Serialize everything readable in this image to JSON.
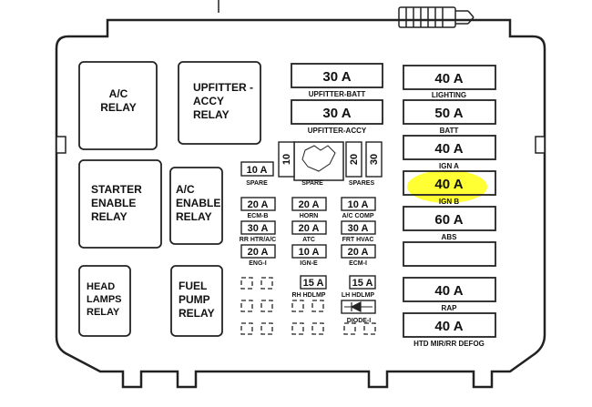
{
  "relays": {
    "ac": [
      "A/C",
      "RELAY"
    ],
    "upfitter_accy": [
      "UPFITTER -",
      "ACCY",
      "RELAY"
    ],
    "starter_enable": [
      "STARTER",
      "ENABLE",
      "RELAY"
    ],
    "ac_enable": [
      "A/C",
      "ENABLE",
      "RELAY"
    ],
    "head_lamps": [
      "HEAD",
      "LAMPS",
      "RELAY"
    ],
    "fuel_pump": [
      "FUEL",
      "PUMP",
      "RELAY"
    ]
  },
  "maxi_fuses": {
    "upfitter_batt": {
      "amp": "30 A",
      "label": "UPFITTER-BATT"
    },
    "upfitter_accy": {
      "amp": "30 A",
      "label": "UPFITTER-ACCY"
    },
    "lighting": {
      "amp": "40 A",
      "label": "LIGHTING"
    },
    "batt": {
      "amp": "50 A",
      "label": "BATT"
    },
    "ign_a": {
      "amp": "40 A",
      "label": "IGN A"
    },
    "ign_b": {
      "amp": "40 A",
      "label": "IGN B"
    },
    "abs": {
      "amp": "60 A",
      "label": "ABS"
    },
    "rap": {
      "amp": "40 A",
      "label": "RAP"
    },
    "htd_mir": {
      "amp": "40 A",
      "label": "HTD MIR/RR DEFOG"
    }
  },
  "mini_fuses": {
    "spare_left": {
      "amp": "10 A",
      "label": "SPARE"
    },
    "spare_mid": {
      "amp": "10",
      "label": "SPARE"
    },
    "spares_20": {
      "amp": "20",
      "label": "SPARES"
    },
    "spares_30": {
      "amp": "30",
      "label": "SPARES"
    },
    "ecm_b": {
      "amp": "20 A",
      "label": "ECM-B"
    },
    "horn": {
      "amp": "20 A",
      "label": "HORN"
    },
    "ac_comp": {
      "amp": "10 A",
      "label": "A/C COMP"
    },
    "rr_htr": {
      "amp": "30 A",
      "label": "RR HTR/A/C"
    },
    "atc": {
      "amp": "20 A",
      "label": "ATC"
    },
    "frt_hvac": {
      "amp": "30 A",
      "label": "FRT HVAC"
    },
    "eng_i": {
      "amp": "20 A",
      "label": "ENG-I"
    },
    "ign_e": {
      "amp": "10 A",
      "label": "IGN-E"
    },
    "ecm_i": {
      "amp": "20 A",
      "label": "ECM-I"
    },
    "rh_hdlmp": {
      "amp": "15 A",
      "label": "RH HDLMP"
    },
    "lh_hdlmp": {
      "amp": "15 A",
      "label": "LH HDLMP"
    }
  },
  "diode": {
    "label": "DIODE-I"
  },
  "highlight_color": "#ffff33"
}
